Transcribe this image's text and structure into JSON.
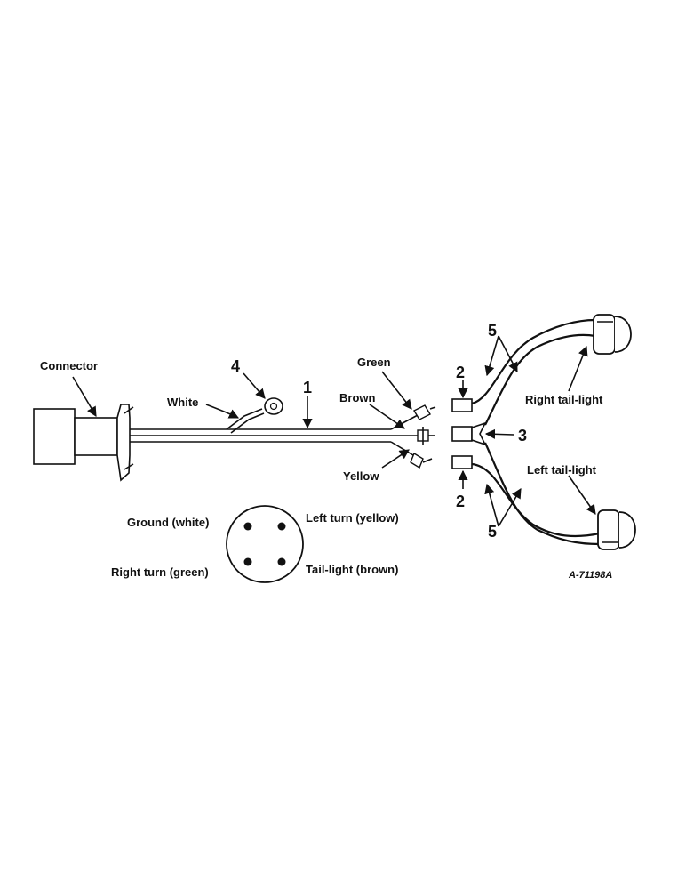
{
  "labels": {
    "connector": "Connector",
    "white": "White",
    "green": "Green",
    "brown": "Brown",
    "yellow": "Yellow",
    "right_tail_light": "Right tail-light",
    "left_tail_light": "Left tail-light",
    "figure_code": "A-71198A"
  },
  "callouts": {
    "n1": "1",
    "n2_top": "2",
    "n2_bottom": "2",
    "n3": "3",
    "n4": "4",
    "n5_top": "5",
    "n5_bottom": "5"
  },
  "pin_legend": {
    "ground": "Ground (white)",
    "left_turn": "Left turn (yellow)",
    "right_turn": "Right turn (green)",
    "tail_light": "Tail-light (brown)"
  }
}
